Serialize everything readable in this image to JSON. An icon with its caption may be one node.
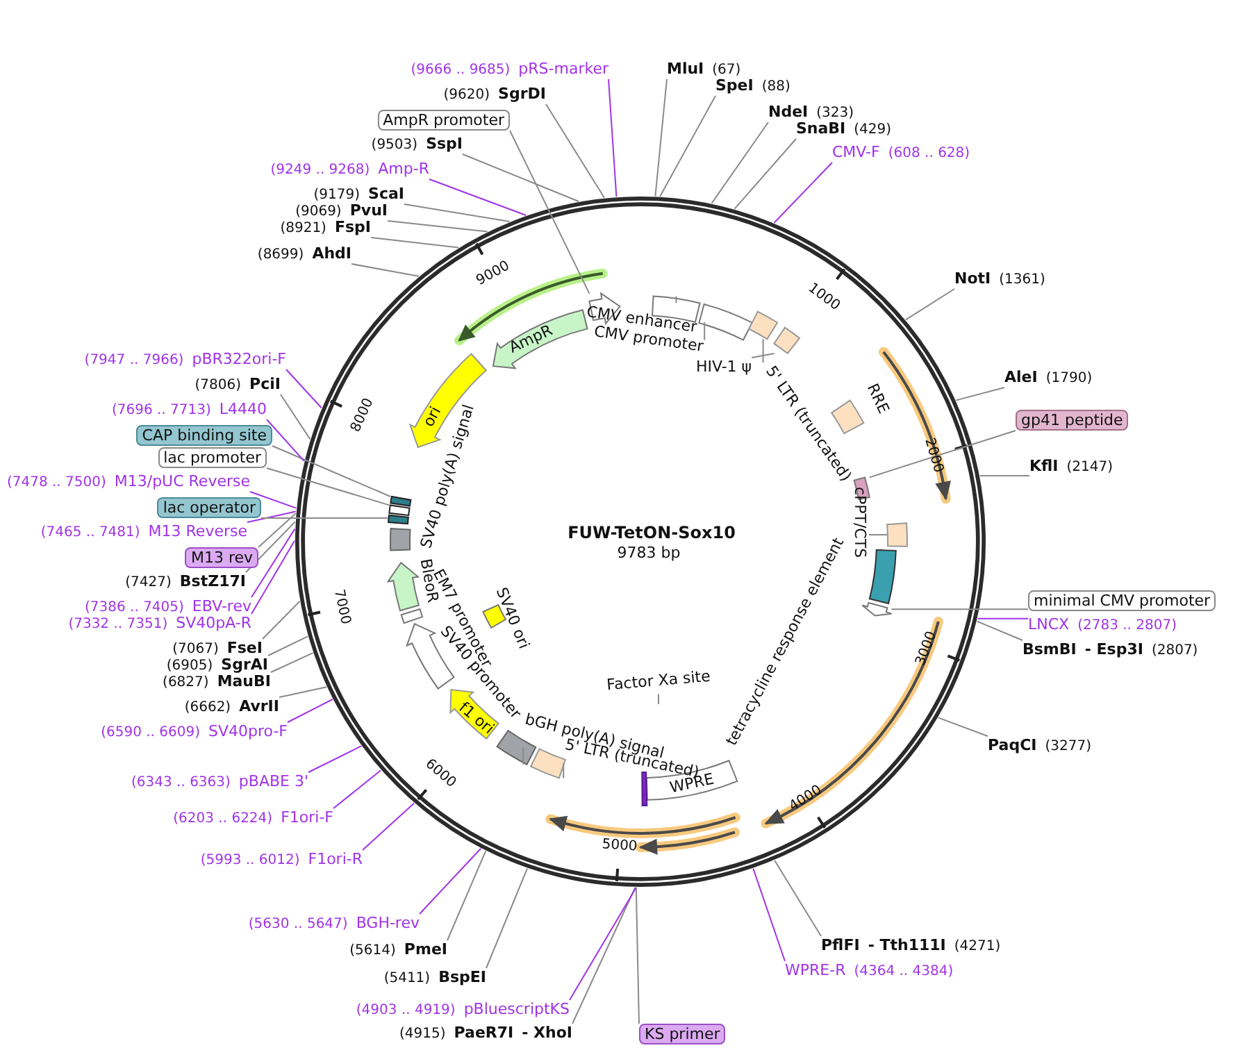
{
  "diagram": {
    "title": "FUW-TetON-Sox10",
    "nodes": [
      {
        "text": [
          "MluI",
          "(67)"
        ]
      },
      {
        "text": [
          "SpeI",
          "(88)"
        ]
      },
      {
        "text": [
          "NdeI",
          "(323)"
        ]
      },
      {
        "text": [
          "SnaBI",
          "(429)"
        ]
      },
      {
        "text": [
          "CMV-F",
          "(608 .. 628)"
        ]
      },
      {
        "text": [
          "NotI",
          "(1361)"
        ]
      },
      {
        "text": [
          "AleI",
          "(1790)"
        ]
      },
      {
        "text": [
          "gp41 peptide"
        ]
      },
      {
        "text": [
          "KflI",
          "(2147)"
        ]
      },
      {
        "text": [
          "minimal CMV promoter"
        ]
      },
      {
        "text": [
          "LNCX",
          "(2783 .. 2807)"
        ]
      },
      {
        "text": [
          "BsmBI",
          "- Esp3I",
          "(2807)"
        ]
      },
      {
        "text": [
          "PaqCI",
          "(3277)"
        ]
      },
      {
        "text": [
          "PflFI",
          "- Tth111I",
          "(4271)"
        ]
      },
      {
        "text": [
          "WPRE-R",
          "(4364 .. 4384)"
        ]
      },
      {
        "text": [
          "KS primer"
        ]
      },
      {
        "text": [
          "(4915)",
          "PaeR7I",
          "- XhoI"
        ]
      },
      {
        "text": [
          "(4903 .. 4919)",
          "pBluescriptKS"
        ]
      },
      {
        "text": [
          "(5411)",
          "BspEI"
        ]
      },
      {
        "text": [
          "(5614)",
          "PmeI"
        ]
      },
      {
        "text": [
          "(5630 .. 5647)",
          "BGH-rev"
        ]
      },
      {
        "text": [
          "(5993 .. 6012)",
          "F1ori-R"
        ]
      },
      {
        "text": [
          "(6203 .. 6224)",
          "F1ori-F"
        ]
      },
      {
        "text": [
          "(6343 .. 6363)",
          "pBABE 3'"
        ]
      },
      {
        "text": [
          "(6590 .. 6609)",
          "SV40pro-F"
        ]
      },
      {
        "text": [
          "(6662)",
          "AvrII"
        ]
      },
      {
        "text": [
          "(6827)",
          "MauBI"
        ]
      },
      {
        "text": [
          "(6905)",
          "SgrAI"
        ]
      },
      {
        "text": [
          "(7067)",
          "FseI"
        ]
      },
      {
        "text": [
          "(7332 .. 7351)",
          "SV40pA-R"
        ]
      },
      {
        "text": [
          "(7386 .. 7405)",
          "EBV-rev"
        ]
      },
      {
        "text": [
          "(7427)",
          "BstZ17I"
        ]
      },
      {
        "text": [
          "M13 rev"
        ]
      },
      {
        "text": [
          "(7465 .. 7481)",
          "M13 Reverse"
        ]
      },
      {
        "text": [
          "lac operator"
        ]
      },
      {
        "text": [
          "(7478 .. 7500)",
          "M13/pUC Reverse"
        ]
      },
      {
        "text": [
          "lac promoter"
        ]
      },
      {
        "text": [
          "CAP binding site"
        ]
      },
      {
        "text": [
          "(7696 .. 7713)",
          "L4440"
        ]
      },
      {
        "text": [
          "(7806)",
          "PciI"
        ]
      },
      {
        "text": [
          "(7947 .. 7966)",
          "pBR322ori-F"
        ]
      },
      {
        "text": [
          "(8699)",
          "AhdI"
        ]
      },
      {
        "text": [
          "(8921)",
          "FspI"
        ]
      },
      {
        "text": [
          "(9069)",
          "PvuI"
        ]
      },
      {
        "text": [
          "(9179)",
          "ScaI"
        ]
      },
      {
        "text": [
          "(9249 .. 9268)",
          "Amp-R"
        ]
      },
      {
        "text": [
          "(9503)",
          "SspI"
        ]
      },
      {
        "text": [
          "AmpR promoter"
        ]
      },
      {
        "text": [
          "(9620)",
          "SgrDI"
        ]
      },
      {
        "text": [
          "(9666 .. 9685)",
          "pRS-marker"
        ]
      },
      {
        "text": [
          "CMV enhancer"
        ]
      },
      {
        "text": [
          "CMV promoter"
        ]
      },
      {
        "text": [
          "HIV-1 ψ"
        ]
      },
      {
        "text": [
          "5' LTR (truncated)"
        ]
      },
      {
        "text": [
          "cPPT/CTS"
        ]
      },
      {
        "text": [
          "Factor Xa site"
        ]
      },
      {
        "text": [
          "bGH poly(A) signal"
        ]
      },
      {
        "text": [
          "5' LTR (truncated)"
        ]
      },
      {
        "text": [],
        "shape": "box"
      },
      {
        "text": [],
        "shape": "box"
      },
      {
        "text": [],
        "shape": "box"
      },
      {
        "text": [],
        "shape": "box"
      },
      {
        "text": [],
        "shape": "box"
      },
      {
        "text": [],
        "shape": "box"
      },
      {
        "text": [],
        "shape": "arrow"
      },
      {
        "text": [],
        "shape": "box"
      },
      {
        "text": [],
        "shape": "box"
      },
      {
        "text": [],
        "shape": "box"
      },
      {
        "text": [],
        "shape": "arrow"
      },
      {
        "text": [],
        "shape": "box"
      },
      {
        "text": [],
        "shape": "box"
      },
      {
        "text": [],
        "shape": "box"
      }
    ],
    "edges": [
      {
        "from": 0,
        "to": null,
        "arrow": "none"
      },
      {
        "from": 1,
        "to": null,
        "arrow": "none"
      },
      {
        "from": 2,
        "to": null,
        "arrow": "none"
      },
      {
        "from": 3,
        "to": null,
        "arrow": "none"
      },
      {
        "from": 4,
        "to": null,
        "arrow": "none",
        "color": "#a033e8"
      },
      {
        "from": 5,
        "to": null,
        "arrow": "none"
      },
      {
        "from": 6,
        "to": null,
        "arrow": "none"
      },
      {
        "from": 7,
        "to": 62,
        "arrow": "none"
      },
      {
        "from": 8,
        "to": null,
        "arrow": "none"
      },
      {
        "from": 9,
        "to": 64,
        "arrow": "none"
      },
      {
        "from": 10,
        "to": null,
        "arrow": "none",
        "color": "#a033e8"
      },
      {
        "from": 11,
        "to": null,
        "arrow": "none"
      },
      {
        "from": 12,
        "to": null,
        "arrow": "none"
      },
      {
        "from": 13,
        "to": null,
        "arrow": "none"
      },
      {
        "from": 14,
        "to": null,
        "arrow": "none",
        "color": "#a033e8"
      },
      {
        "from": 15,
        "to": null,
        "arrow": "none"
      },
      {
        "from": 16,
        "to": null,
        "arrow": "none"
      },
      {
        "from": 17,
        "to": null,
        "arrow": "none",
        "color": "#a033e8"
      },
      {
        "from": 18,
        "to": null,
        "arrow": "none"
      },
      {
        "from": 19,
        "to": null,
        "arrow": "none"
      },
      {
        "from": 20,
        "to": null,
        "arrow": "none",
        "color": "#a033e8"
      },
      {
        "from": 21,
        "to": null,
        "arrow": "none",
        "color": "#a033e8"
      },
      {
        "from": 22,
        "to": null,
        "arrow": "none",
        "color": "#a033e8"
      },
      {
        "from": 23,
        "to": null,
        "arrow": "none",
        "color": "#a033e8"
      },
      {
        "from": 24,
        "to": null,
        "arrow": "none",
        "color": "#a033e8"
      },
      {
        "from": 25,
        "to": null,
        "arrow": "none"
      },
      {
        "from": 26,
        "to": null,
        "arrow": "none"
      },
      {
        "from": 27,
        "to": null,
        "arrow": "none"
      },
      {
        "from": 28,
        "to": null,
        "arrow": "none"
      },
      {
        "from": 29,
        "to": null,
        "arrow": "none",
        "color": "#a033e8"
      },
      {
        "from": 30,
        "to": null,
        "arrow": "none",
        "color": "#a033e8"
      },
      {
        "from": 31,
        "to": null,
        "arrow": "none"
      },
      {
        "from": 32,
        "to": null,
        "arrow": "none"
      },
      {
        "from": 33,
        "to": null,
        "arrow": "none",
        "color": "#a033e8"
      },
      {
        "from": 34,
        "to": 67,
        "arrow": "none"
      },
      {
        "from": 35,
        "to": null,
        "arrow": "none",
        "color": "#a033e8"
      },
      {
        "from": 36,
        "to": 66,
        "arrow": "none"
      },
      {
        "from": 37,
        "to": 65,
        "arrow": "none"
      },
      {
        "from": 38,
        "to": null,
        "arrow": "none",
        "color": "#a033e8"
      },
      {
        "from": 39,
        "to": null,
        "arrow": "none"
      },
      {
        "from": 40,
        "to": null,
        "arrow": "none",
        "color": "#a033e8"
      },
      {
        "from": 41,
        "to": null,
        "arrow": "none"
      },
      {
        "from": 42,
        "to": null,
        "arrow": "none"
      },
      {
        "from": 43,
        "to": null,
        "arrow": "none"
      },
      {
        "from": 44,
        "to": null,
        "arrow": "none"
      },
      {
        "from": 45,
        "to": null,
        "arrow": "none",
        "color": "#a033e8"
      },
      {
        "from": 46,
        "to": null,
        "arrow": "none"
      },
      {
        "from": 47,
        "to": 68,
        "arrow": "none"
      },
      {
        "from": 48,
        "to": null,
        "arrow": "none"
      },
      {
        "from": 49,
        "to": null,
        "arrow": "none",
        "color": "#a033e8"
      },
      {
        "from": 50,
        "to": 58,
        "arrow": "none"
      },
      {
        "from": 51,
        "to": 59,
        "arrow": "none"
      },
      {
        "from": 52,
        "to": 60,
        "arrow": "none"
      },
      {
        "from": 53,
        "to": 61,
        "arrow": "none"
      },
      {
        "from": 54,
        "to": 63,
        "arrow": "none"
      },
      {
        "from": 55,
        "to": null,
        "arrow": "none"
      },
      {
        "from": 56,
        "to": 69,
        "arrow": "none"
      },
      {
        "from": 57,
        "to": 70,
        "arrow": "none"
      }
    ],
    "labels": [
      "9783 bp",
      "1000",
      "2000",
      "3000",
      "4000",
      "5000",
      "6000",
      "7000",
      "8000",
      "9000",
      "AmpR",
      "ori",
      "SV40 poly(A) signal",
      "SV40 ori",
      "BleoR",
      "EM7 promoter",
      "SV40 promoter",
      "f1 ori",
      "RRE",
      "tetracycline response element",
      "WPRE"
    ]
  }
}
